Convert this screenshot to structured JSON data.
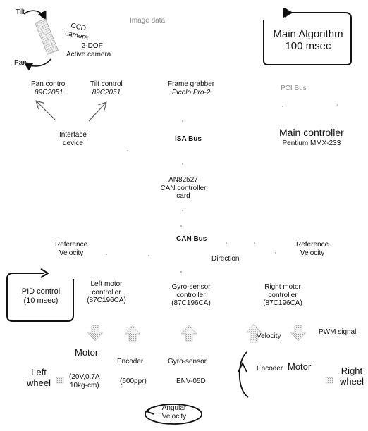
{
  "camera": {
    "tilt": "Tilt",
    "pan": "Pan",
    "ccd_line1": "CCD",
    "ccd_line2": "camera",
    "active_line1": "2-DOF",
    "active_line2": "Active camera"
  },
  "image_data": "Image data",
  "main_algorithm": {
    "line1": "Main Algorithm",
    "line2": "100 msec"
  },
  "pan_control": {
    "line1": "Pan control",
    "line2": "89C2051"
  },
  "tilt_control": {
    "line1": "Tilt control",
    "line2": "89C2051"
  },
  "frame_grabber": {
    "line1": "Frame grabber",
    "line2": "Picolo Pro-2"
  },
  "pci_bus": "PCI Bus",
  "interface": {
    "line1": "Interface",
    "line2": "device"
  },
  "isa_bus": "ISA Bus",
  "main_controller": {
    "line1": "Main controller",
    "line2": "Pentium MMX-233"
  },
  "can_card": {
    "line1": "AN82527",
    "line2": "CAN controller",
    "line3": "card"
  },
  "can_bus": "CAN Bus",
  "ref_left": {
    "line1": "Reference",
    "line2": "Velocity"
  },
  "ref_right": {
    "line1": "Reference",
    "line2": "Velocity"
  },
  "direction": "Direction",
  "pid": {
    "line1": "PID control",
    "line2": "(10 msec)"
  },
  "left_motor_ctrl": {
    "line1": "Left motor",
    "line2": "controller",
    "line3": "(87C196CA)"
  },
  "gyro_ctrl": {
    "line1": "Gyro-sensor",
    "line2": "controller",
    "line3": "(87C196CA)"
  },
  "right_motor_ctrl": {
    "line1": "Right motor",
    "line2": "controller",
    "line3": "(87C196CA)"
  },
  "velocity": "Velocity",
  "pwm_signal": "PWM signal",
  "left_motor": {
    "label": "Motor",
    "spec1": "(20V,0.7A",
    "spec2": "10kg-cm)"
  },
  "left_encoder": {
    "label": "Encoder",
    "spec": "(600ppr)"
  },
  "gyro_sensor": {
    "label": "Gyro-sensor",
    "spec": "ENV-05D"
  },
  "right_encoder": "Encoder",
  "right_motor": "Motor",
  "left_wheel": {
    "line1": "Left",
    "line2": "wheel"
  },
  "right_wheel": {
    "line1": "Right",
    "line2": "wheel"
  },
  "angular": {
    "line1": "Angular",
    "line2": "Velocity"
  }
}
